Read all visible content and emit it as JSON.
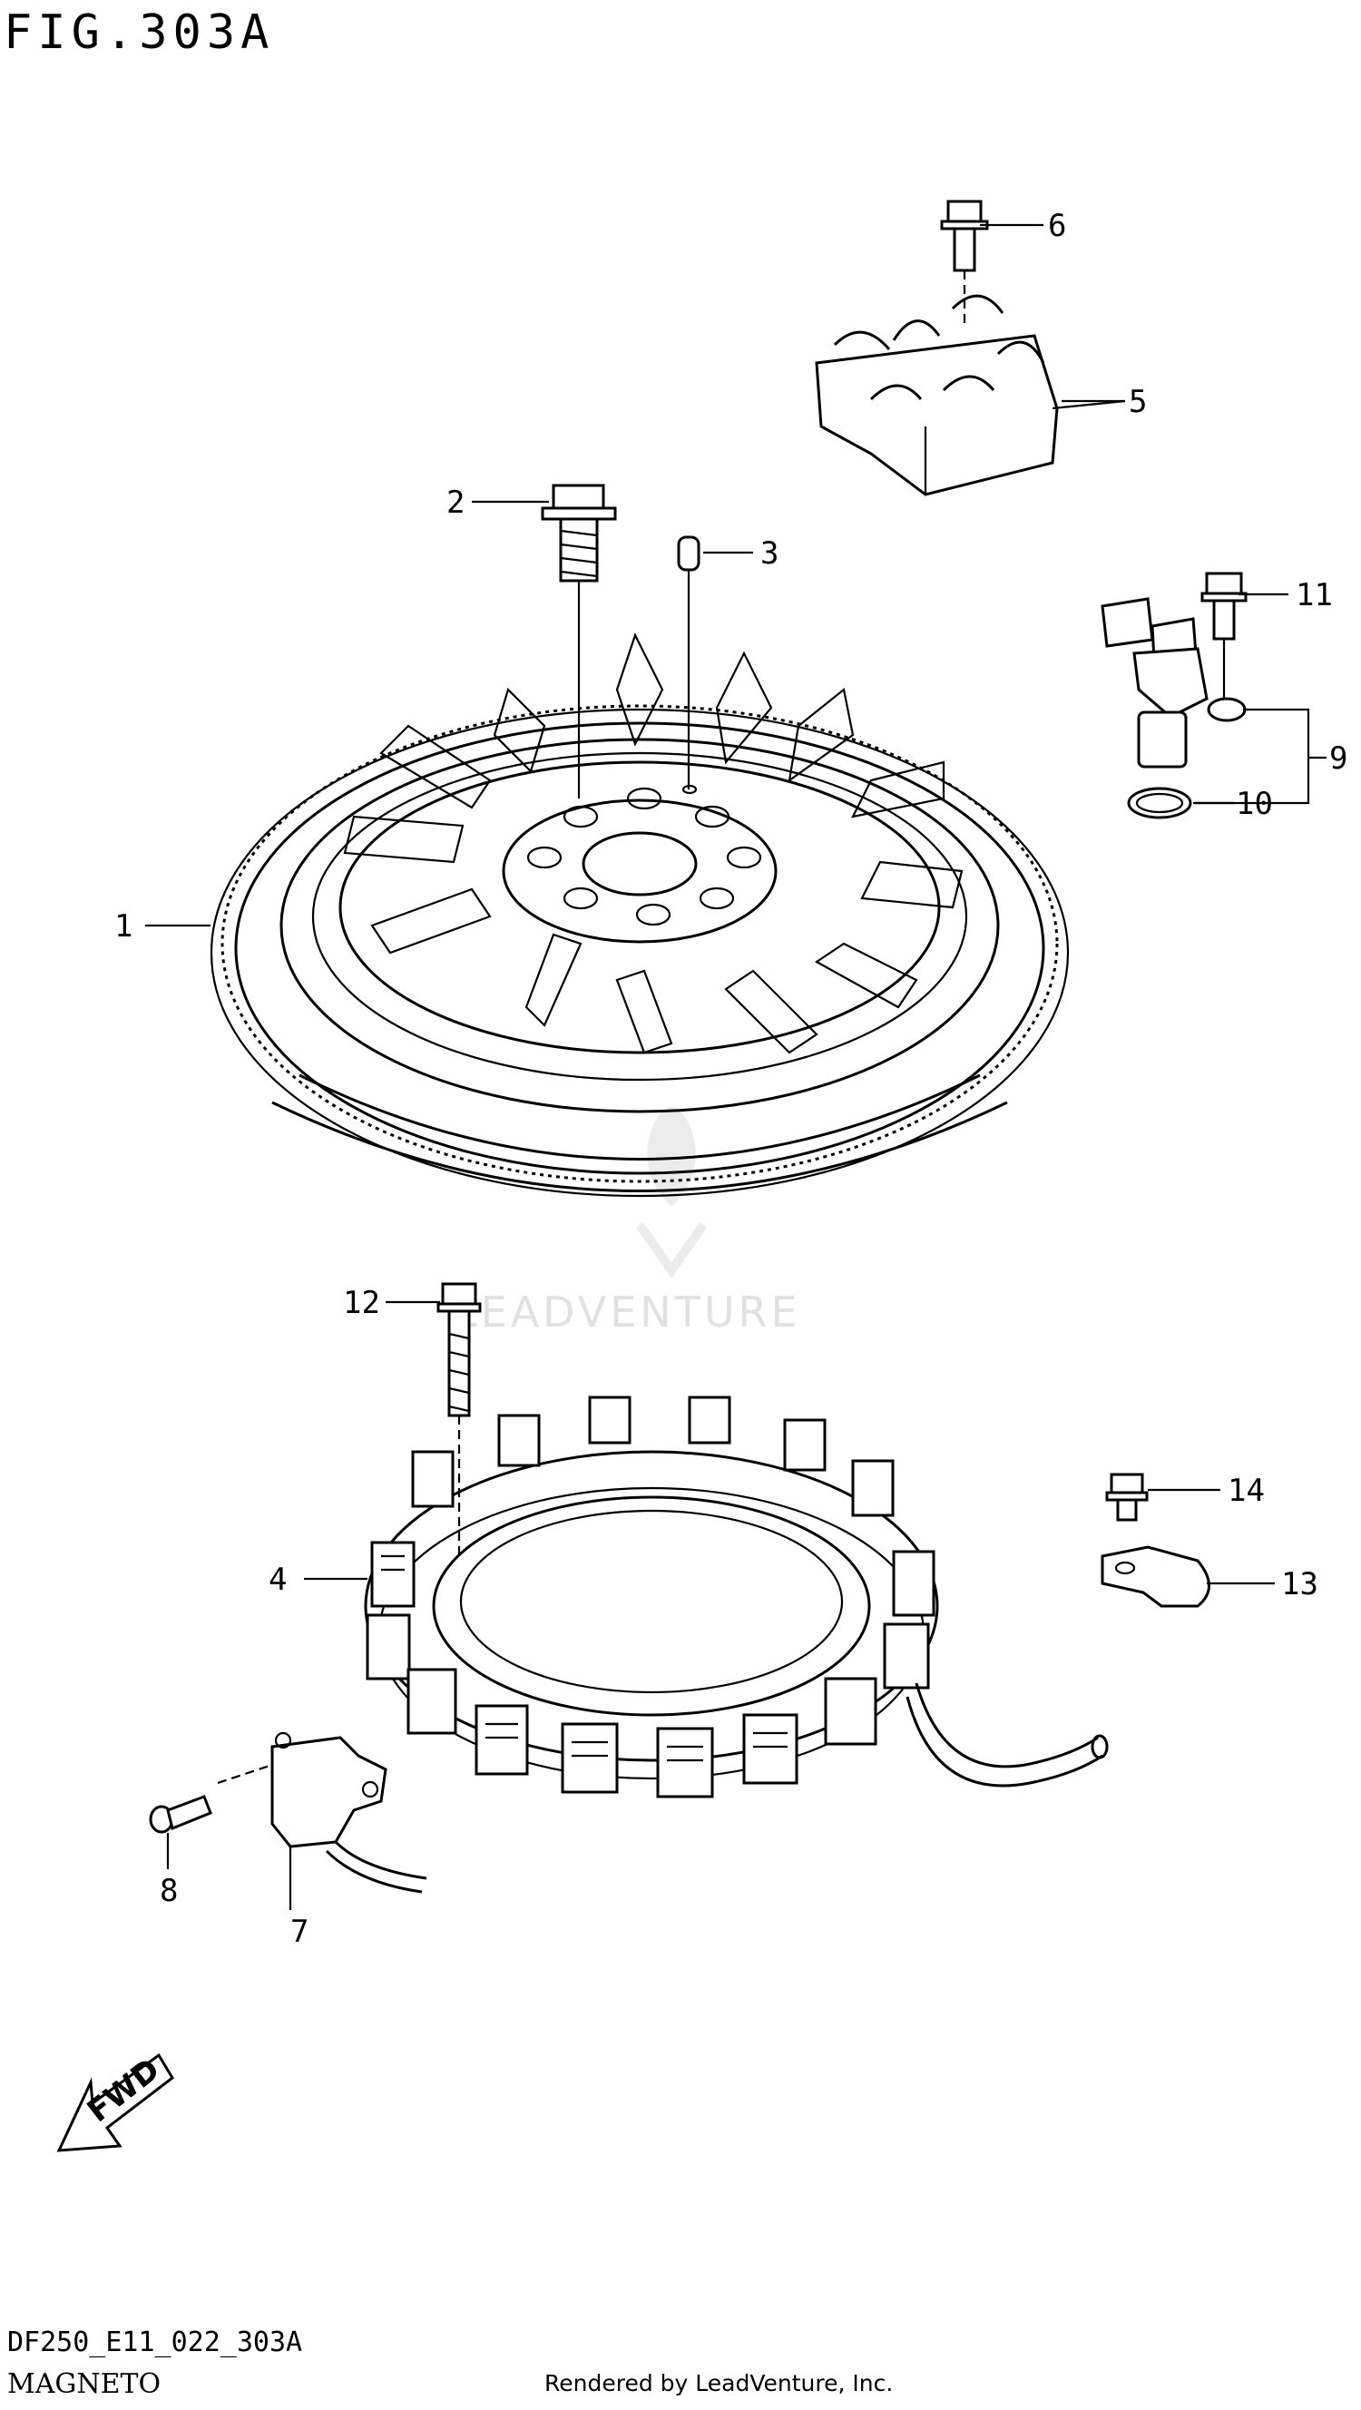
{
  "title": "FIG.303A",
  "drawing_code": "DF250_E11_022_303A",
  "section_name": "MAGNETO",
  "rendered_by": "Rendered by LeadVenture, Inc.",
  "watermark": "LEADVENTURE",
  "fwd_label": "FWD",
  "callouts": [
    "1",
    "2",
    "3",
    "4",
    "5",
    "6",
    "7",
    "8",
    "9",
    "10",
    "11",
    "12",
    "13",
    "14"
  ]
}
